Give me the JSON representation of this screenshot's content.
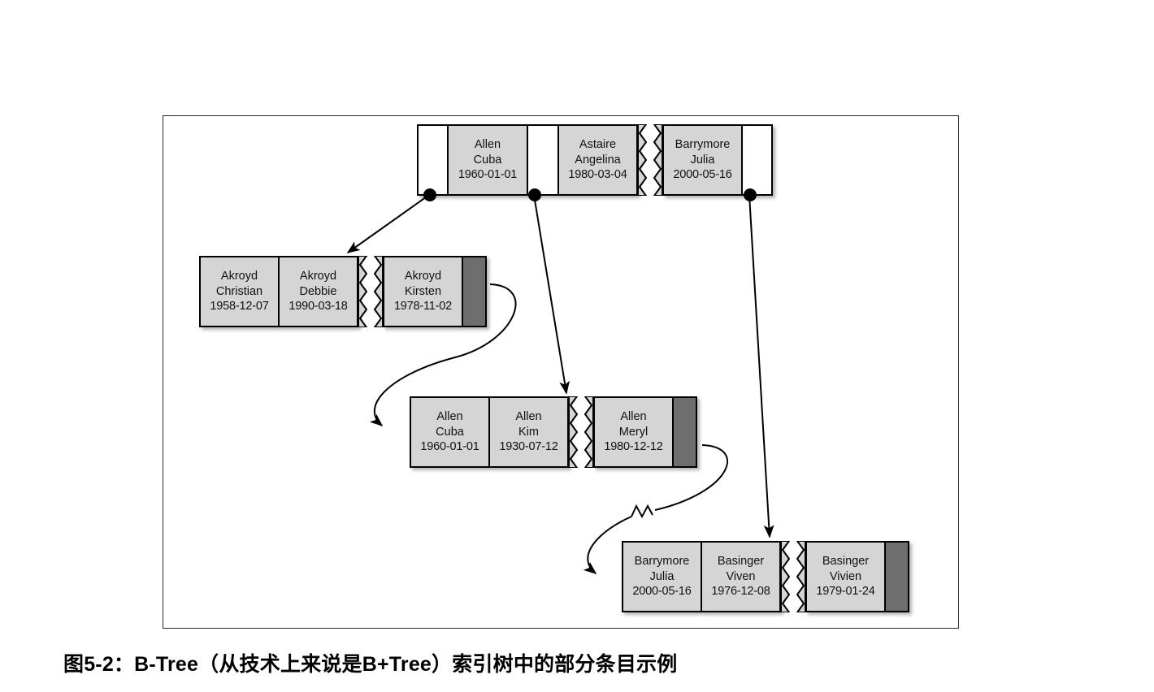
{
  "caption": "图5-2：B-Tree（从技术上来说是B+Tree）索引树中的部分条目示例",
  "colors": {
    "cell_fill": "#d5d5d5",
    "pointer_fill": "#ffffff",
    "next_pointer_fill": "#6e6e6e",
    "border": "#000000",
    "frame_border": "#2a2a2a",
    "line": "#000000",
    "background": "#ffffff"
  },
  "diagram": {
    "type": "b-plus-tree-index",
    "nodes": [
      {
        "id": "root",
        "role": "internal-node",
        "cells": [
          {
            "kind": "pointer",
            "label": ""
          },
          {
            "kind": "entry",
            "last_name": "Allen",
            "first_name": "Cuba",
            "date": "1960-01-01"
          },
          {
            "kind": "pointer",
            "label": ""
          },
          {
            "kind": "entry",
            "last_name": "Astaire",
            "first_name": "Angelina",
            "date": "1980-03-04"
          },
          {
            "kind": "tear",
            "label": ""
          },
          {
            "kind": "entry",
            "last_name": "Barrymore",
            "first_name": "Julia",
            "date": "2000-05-16"
          },
          {
            "kind": "pointer",
            "label": ""
          }
        ]
      },
      {
        "id": "leaf-akroyd",
        "role": "leaf-node",
        "cells": [
          {
            "kind": "entry",
            "last_name": "Akroyd",
            "first_name": "Christian",
            "date": "1958-12-07"
          },
          {
            "kind": "entry",
            "last_name": "Akroyd",
            "first_name": "Debbie",
            "date": "1990-03-18"
          },
          {
            "kind": "tear",
            "label": ""
          },
          {
            "kind": "entry",
            "last_name": "Akroyd",
            "first_name": "Kirsten",
            "date": "1978-11-02"
          },
          {
            "kind": "next-pointer",
            "label": ""
          }
        ]
      },
      {
        "id": "leaf-allen",
        "role": "leaf-node",
        "cells": [
          {
            "kind": "entry",
            "last_name": "Allen",
            "first_name": "Cuba",
            "date": "1960-01-01"
          },
          {
            "kind": "entry",
            "last_name": "Allen",
            "first_name": "Kim",
            "date": "1930-07-12"
          },
          {
            "kind": "tear",
            "label": ""
          },
          {
            "kind": "entry",
            "last_name": "Allen",
            "first_name": "Meryl",
            "date": "1980-12-12"
          },
          {
            "kind": "next-pointer",
            "label": ""
          }
        ]
      },
      {
        "id": "leaf-barrymore",
        "role": "leaf-node",
        "cells": [
          {
            "kind": "entry",
            "last_name": "Barrymore",
            "first_name": "Julia",
            "date": "2000-05-16"
          },
          {
            "kind": "entry",
            "last_name": "Basinger",
            "first_name": "Viven",
            "date": "1976-12-08"
          },
          {
            "kind": "tear",
            "label": ""
          },
          {
            "kind": "entry",
            "last_name": "Basinger",
            "first_name": "Vivien",
            "date": "1979-01-24"
          },
          {
            "kind": "next-pointer",
            "label": ""
          }
        ]
      }
    ],
    "connectors": [
      {
        "from": "root.pointer.0",
        "to": "leaf-akroyd",
        "style": "straight-arrow"
      },
      {
        "from": "root.pointer.1",
        "to": "leaf-allen",
        "style": "straight-arrow"
      },
      {
        "from": "root.pointer.2",
        "to": "leaf-barrymore",
        "style": "straight-arrow"
      },
      {
        "from": "leaf-akroyd.next",
        "to": "leaf-allen",
        "style": "s-curve-arrow"
      },
      {
        "from": "leaf-allen.next",
        "to": "leaf-barrymore",
        "style": "s-curve-arrow-with-break"
      }
    ]
  }
}
